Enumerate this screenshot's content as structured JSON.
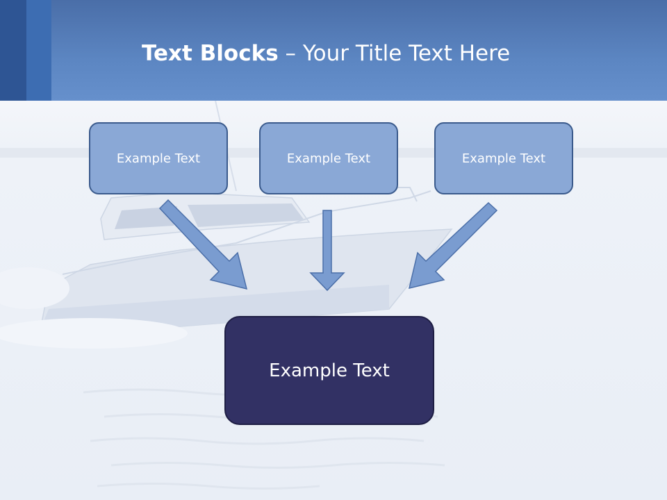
{
  "slide": {
    "title_bold": "Text Blocks",
    "title_rest": " – Your Title Text Here"
  },
  "blocks": {
    "top": [
      "Example Text",
      "Example Text",
      "Example Text"
    ],
    "bottom": "Example Text"
  },
  "colors": {
    "header": "#5c86c2",
    "block_fill": "#8aa8d6",
    "block_border": "#3a5a8c",
    "main_block_fill": "#323164",
    "arrow_fill": "#7a9cd0",
    "arrow_stroke": "#4a6ea8"
  }
}
